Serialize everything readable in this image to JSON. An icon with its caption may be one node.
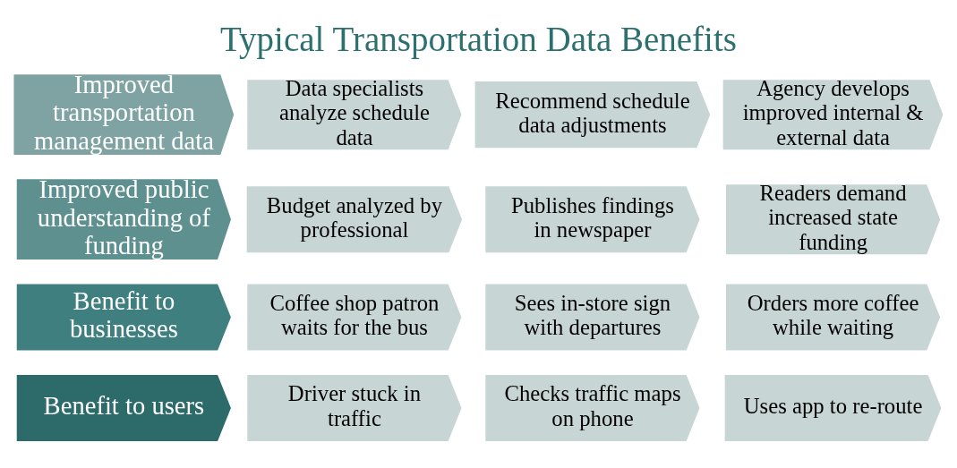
{
  "diagram": {
    "title": "Typical Transportation Data Benefits",
    "nodes": [
      {
        "text": [
          "Benefit to users"
        ]
      },
      {
        "text": [
          "Driver stuck in traffic"
        ]
      },
      {
        "text": [
          "Checks traffic maps on phone"
        ]
      },
      {
        "text": [
          "Uses app to re-route"
        ]
      },
      {
        "text": [
          "Benefit to businesses"
        ]
      },
      {
        "text": [
          "Coffee shop patron waits for the bus"
        ]
      },
      {
        "text": [
          "Sees in-store sign with departures"
        ]
      },
      {
        "text": [
          "Orders more coffee while waiting"
        ]
      },
      {
        "text": [
          "Improved public understanding of funding"
        ]
      },
      {
        "text": [
          "Budget analyzed by professional"
        ]
      },
      {
        "text": [
          "Publishes findings in newspaper"
        ]
      },
      {
        "text": [
          "Readers demand increased state funding"
        ]
      },
      {
        "text": [
          "Improved transportation management data"
        ]
      },
      {
        "text": [
          "Data specialists analyze schedule data"
        ]
      },
      {
        "text": [
          "Recommend schedule data adjustments"
        ]
      },
      {
        "text": [
          "Agency develops improved internal & external data"
        ]
      }
    ],
    "edges": []
  }
}
